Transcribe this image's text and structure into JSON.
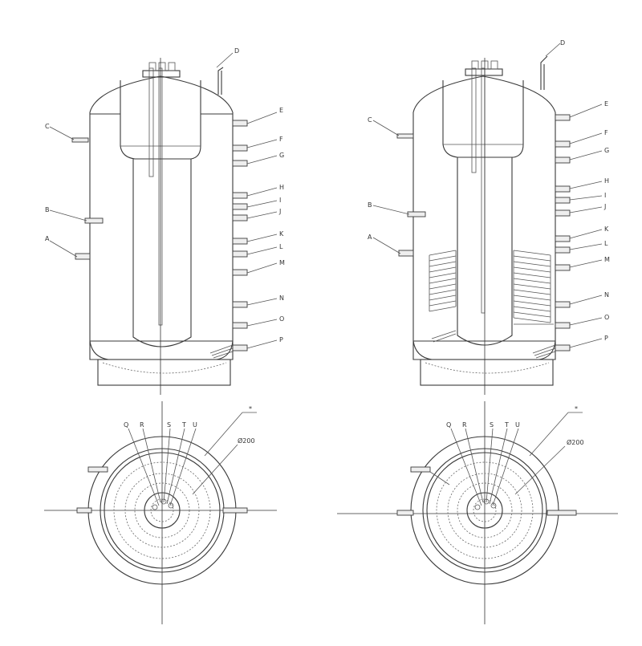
{
  "left_elevation": {
    "labels": {
      "A": "A",
      "B": "B",
      "C": "C",
      "D": "D",
      "E": "E",
      "F": "F",
      "G": "G",
      "H": "H",
      "I": "I",
      "J": "J",
      "K": "K",
      "L": "L",
      "M": "M",
      "N": "N",
      "O": "O",
      "P": "P"
    }
  },
  "right_elevation": {
    "labels": {
      "A": "A",
      "B": "B",
      "C": "C",
      "D": "D",
      "E": "E",
      "F": "F",
      "G": "G",
      "H": "H",
      "I": "I",
      "J": "J",
      "K": "K",
      "L": "L",
      "M": "M",
      "N": "N",
      "O": "O",
      "P": "P"
    }
  },
  "left_plan": {
    "labels": {
      "Q": "Q",
      "R": "R",
      "S": "S",
      "T": "T",
      "U": "U",
      "star": "*",
      "dim": "Ø200"
    }
  },
  "right_plan": {
    "labels": {
      "Q": "Q",
      "R": "R",
      "S": "S",
      "T": "T",
      "U": "U",
      "star": "*",
      "dim": "Ø200"
    }
  }
}
